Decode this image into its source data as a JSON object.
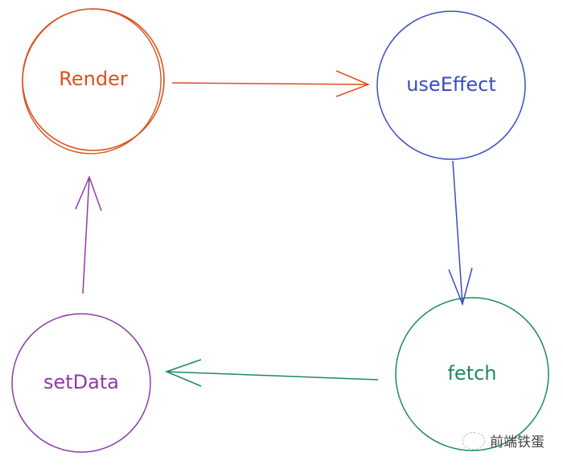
{
  "nodes": [
    {
      "id": "render",
      "label": "Render",
      "color": "#d9531e"
    },
    {
      "id": "useEffect",
      "label": "useEffect",
      "color": "#3b4cc0"
    },
    {
      "id": "fetch",
      "label": "fetch",
      "color": "#1e8a5a"
    },
    {
      "id": "setData",
      "label": "setData",
      "color": "#8e3ca8"
    }
  ],
  "edges": [
    {
      "from": "render",
      "to": "useEffect"
    },
    {
      "from": "useEffect",
      "to": "fetch"
    },
    {
      "from": "fetch",
      "to": "setData"
    },
    {
      "from": "setData",
      "to": "render"
    }
  ],
  "watermark": {
    "text": "前端铁蛋",
    "icon": "wechat-icon"
  }
}
